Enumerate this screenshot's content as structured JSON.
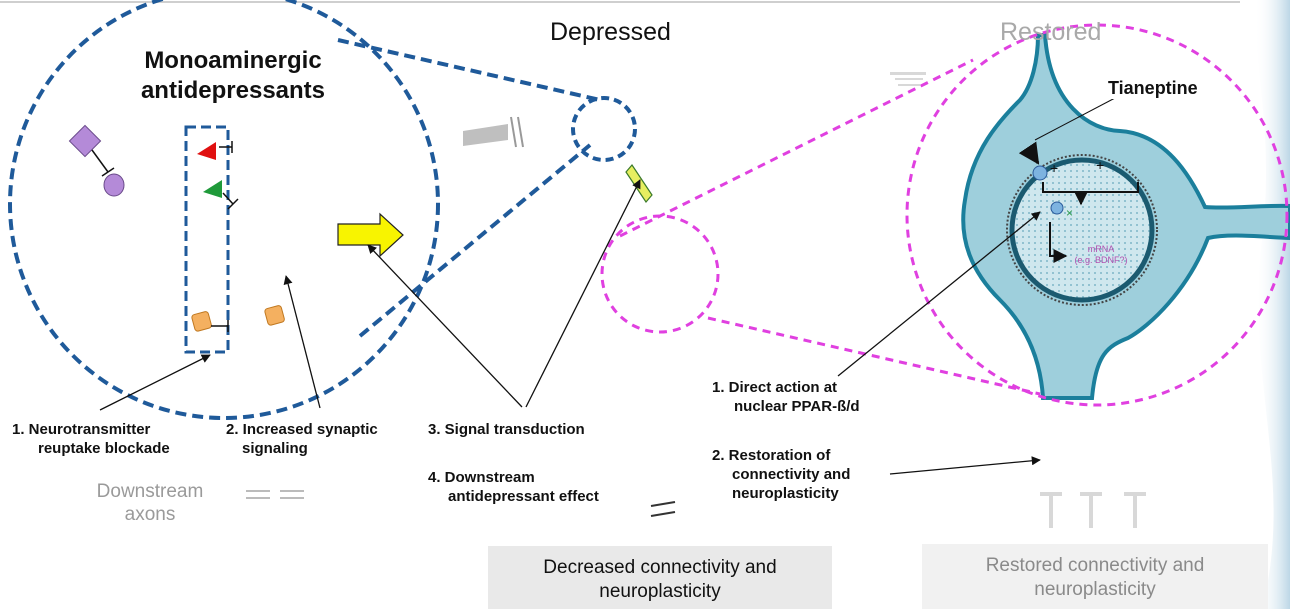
{
  "panels": {
    "depressed_title": "Depressed",
    "restored_title": "Restored"
  },
  "left_zoom": {
    "title_line1": "Monoaminergic",
    "title_line2": "antidepressants"
  },
  "right_zoom": {
    "drug_label": "Tianeptine",
    "mrna_line1": "mRNA",
    "mrna_line2": "(e.g. BDNF?)"
  },
  "annotations": {
    "item1_line1": "1.  Neurotransmitter",
    "item1_line2": "reuptake blockade",
    "item2_line1": "2. Increased synaptic",
    "item2_line2": "signaling",
    "item3": "3. Signal transduction",
    "item4_line1": "4. Downstream",
    "item4_line2": "antidepressant effect",
    "tian1_line1": "1.  Direct action at",
    "tian1_line2": "nuclear PPAR-ß/d",
    "tian2_line1": "2. Restoration of",
    "tian2_line2": "connectivity and",
    "tian2_line3": "neuroplasticity",
    "downstream_line1": "Downstream",
    "downstream_line2": "axons"
  },
  "boxes": {
    "decreased_line1": "Decreased connectivity and",
    "decreased_line2": "neuroplasticity",
    "restored_line1": "Restored connectivity and",
    "restored_line2": "neuroplasticity"
  },
  "colors": {
    "blue_dash": "#1f5a9a",
    "magenta_dash": "#e040e0",
    "neuron_fill": "#9ecfdc",
    "neuron_stroke": "#1b7f9c",
    "arrow_yellow": "#f8f400",
    "ligand_red": "#e01010",
    "ligand_green": "#1f9a3a",
    "ligand_orange": "#f4b060",
    "ligand_purple": "#b48ad8"
  }
}
